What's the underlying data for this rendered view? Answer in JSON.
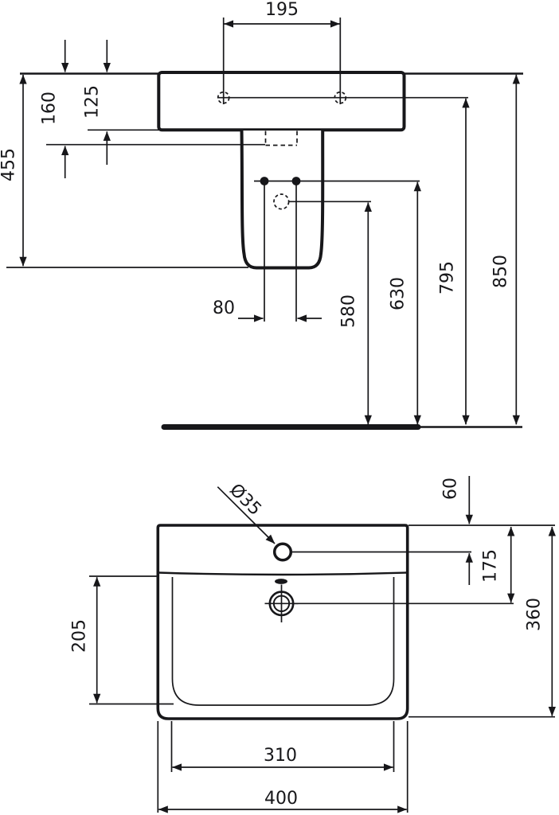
{
  "drawing": {
    "front_view": {
      "hole_spacing": "195",
      "rim_to_drain_bottom": "160",
      "rim_to_basin_bottom": "125",
      "rim_to_pedestal_bottom": "455",
      "fixing_hole_spacing": "80",
      "drain_outlet_height": "580",
      "fixing_holes_height": "630",
      "mounting_holes_height": "795",
      "rim_height": "850"
    },
    "plan_view": {
      "taphole_diameter": "Ø35",
      "edge_to_taphole": "60",
      "edge_to_drain_center": "175",
      "overall_depth": "360",
      "bowl_depth": "205",
      "bowl_width": "310",
      "overall_width": "400"
    },
    "colors": {
      "line": "#17171a",
      "background": "#ffffff"
    }
  }
}
